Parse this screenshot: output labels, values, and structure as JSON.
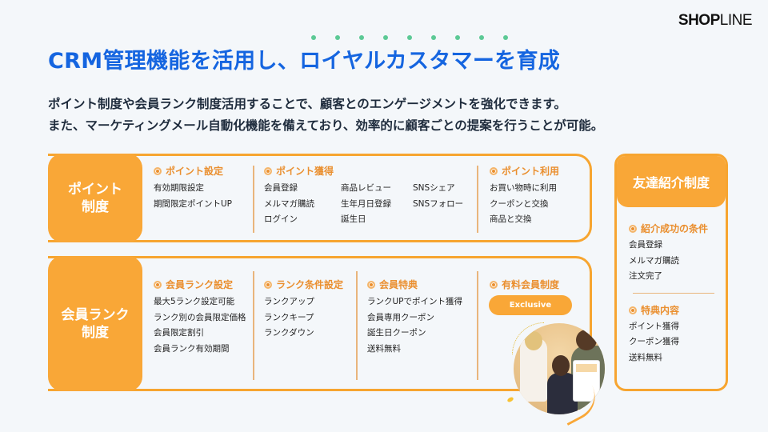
{
  "brand": {
    "logo_bold": "SHOP",
    "logo_light": "LINE"
  },
  "title": "CRM管理機能を活用し、ロイヤルカスタマーを育成",
  "lead": [
    "ポイント制度や会員ランク制度活用することで、顧客とのエンゲージメントを強化できます。",
    "また、マーケティングメール自動化機能を備えており、効率的に顧客ごとの提案を行うことが可能。"
  ],
  "colors": {
    "accent_orange": "#f9a737",
    "heading_orange": "#ea8f2f",
    "title_blue": "#1565e0",
    "dot_green": "#5cc995"
  },
  "points": {
    "badge": [
      "ポイント",
      "制度"
    ],
    "sections": [
      {
        "heading": "ポイント設定",
        "items": [
          "有効期限設定",
          "期間限定ポイントUP"
        ]
      },
      {
        "heading": "ポイント獲得",
        "items": [
          "会員登録",
          "商品レビュー",
          "SNSシェア",
          "メルマガ購読",
          "生年月日登録",
          "SNSフォロー",
          "ログイン",
          "誕生日",
          ""
        ]
      },
      {
        "heading": "ポイント利用",
        "items": [
          "お買い物時に利用",
          "クーポンと交換",
          "商品と交換"
        ]
      }
    ]
  },
  "rank": {
    "badge": [
      "会員ランク",
      "制度"
    ],
    "sections": [
      {
        "heading": "会員ランク設定",
        "items": [
          "最大5ランク設定可能",
          "ランク別の会員限定価格",
          "会員限定割引",
          "会員ランク有効期間"
        ]
      },
      {
        "heading": "ランク条件設定",
        "items": [
          "ランクアップ",
          "ランクキープ",
          "ランクダウン"
        ]
      },
      {
        "heading": "会員特典",
        "items": [
          "ランクUPでポイント獲得",
          "会員専用クーポン",
          "誕生日クーポン",
          "送料無料"
        ]
      },
      {
        "heading": "有料会員制度",
        "button": "Exclusive"
      }
    ]
  },
  "referral": {
    "title": "友達紹介制度",
    "sections": [
      {
        "heading": "紹介成功の条件",
        "items": [
          "会員登録",
          "メルマガ購読",
          "注文完了"
        ]
      },
      {
        "heading": "特典内容",
        "items": [
          "ポイント獲得",
          "クーポン獲得",
          "送料無料"
        ]
      }
    ]
  }
}
